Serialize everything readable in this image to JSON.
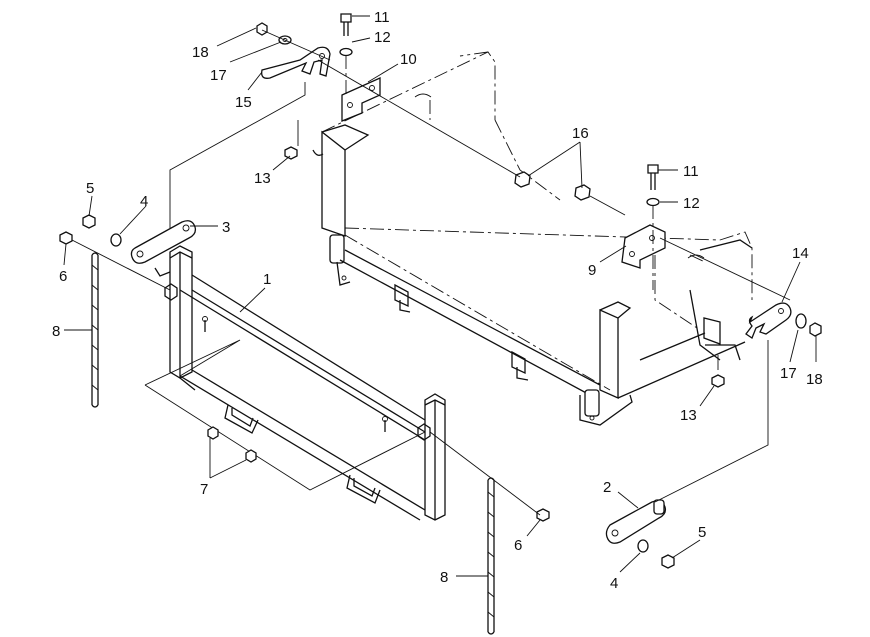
{
  "callouts": {
    "c1": "1",
    "c2": "2",
    "c3": "3",
    "c4a": "4",
    "c4b": "4",
    "c5a": "5",
    "c5b": "5",
    "c6a": "6",
    "c6b": "6",
    "c7": "7",
    "c8a": "8",
    "c8b": "8",
    "c9": "9",
    "c10": "10",
    "c11a": "11",
    "c11b": "11",
    "c12a": "12",
    "c12b": "12",
    "c13a": "13",
    "c13b": "13",
    "c14": "14",
    "c15": "15",
    "c16": "16",
    "c17a": "17",
    "c17b": "17",
    "c18a": "18",
    "c18b": "18"
  }
}
